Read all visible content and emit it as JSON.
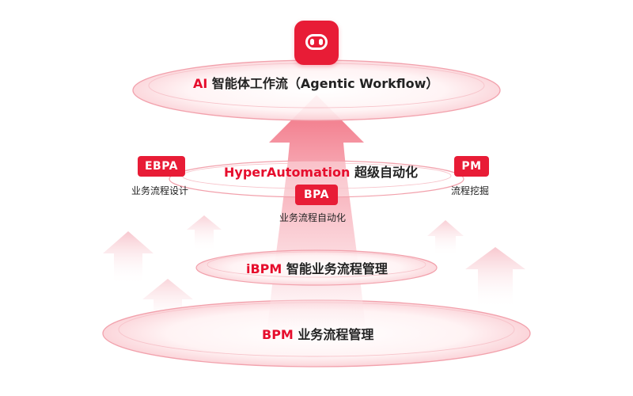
{
  "ai_layer": {
    "prefix": "AI",
    "label": " 智能体工作流（Agentic Workflow）"
  },
  "hyper_layer": {
    "prefix": "HyperAutomation",
    "label": " 超级自动化",
    "ebpa": {
      "badge": "EBPA",
      "caption": "业务流程设计"
    },
    "bpa": {
      "badge": "BPA",
      "caption": "业务流程自动化"
    },
    "pm": {
      "badge": "PM",
      "caption": "流程挖掘"
    }
  },
  "ibpm_layer": {
    "prefix": "iBPM",
    "label": " 智能业务流程管理"
  },
  "bpm_layer": {
    "prefix": "BPM",
    "label": " 业务流程管理"
  },
  "colors": {
    "brand_red": "#e81c36",
    "ring_stroke": "#f3a3ad",
    "glow": "#fde7ea"
  },
  "icons": {
    "app_logo": "robot-face-icon"
  }
}
